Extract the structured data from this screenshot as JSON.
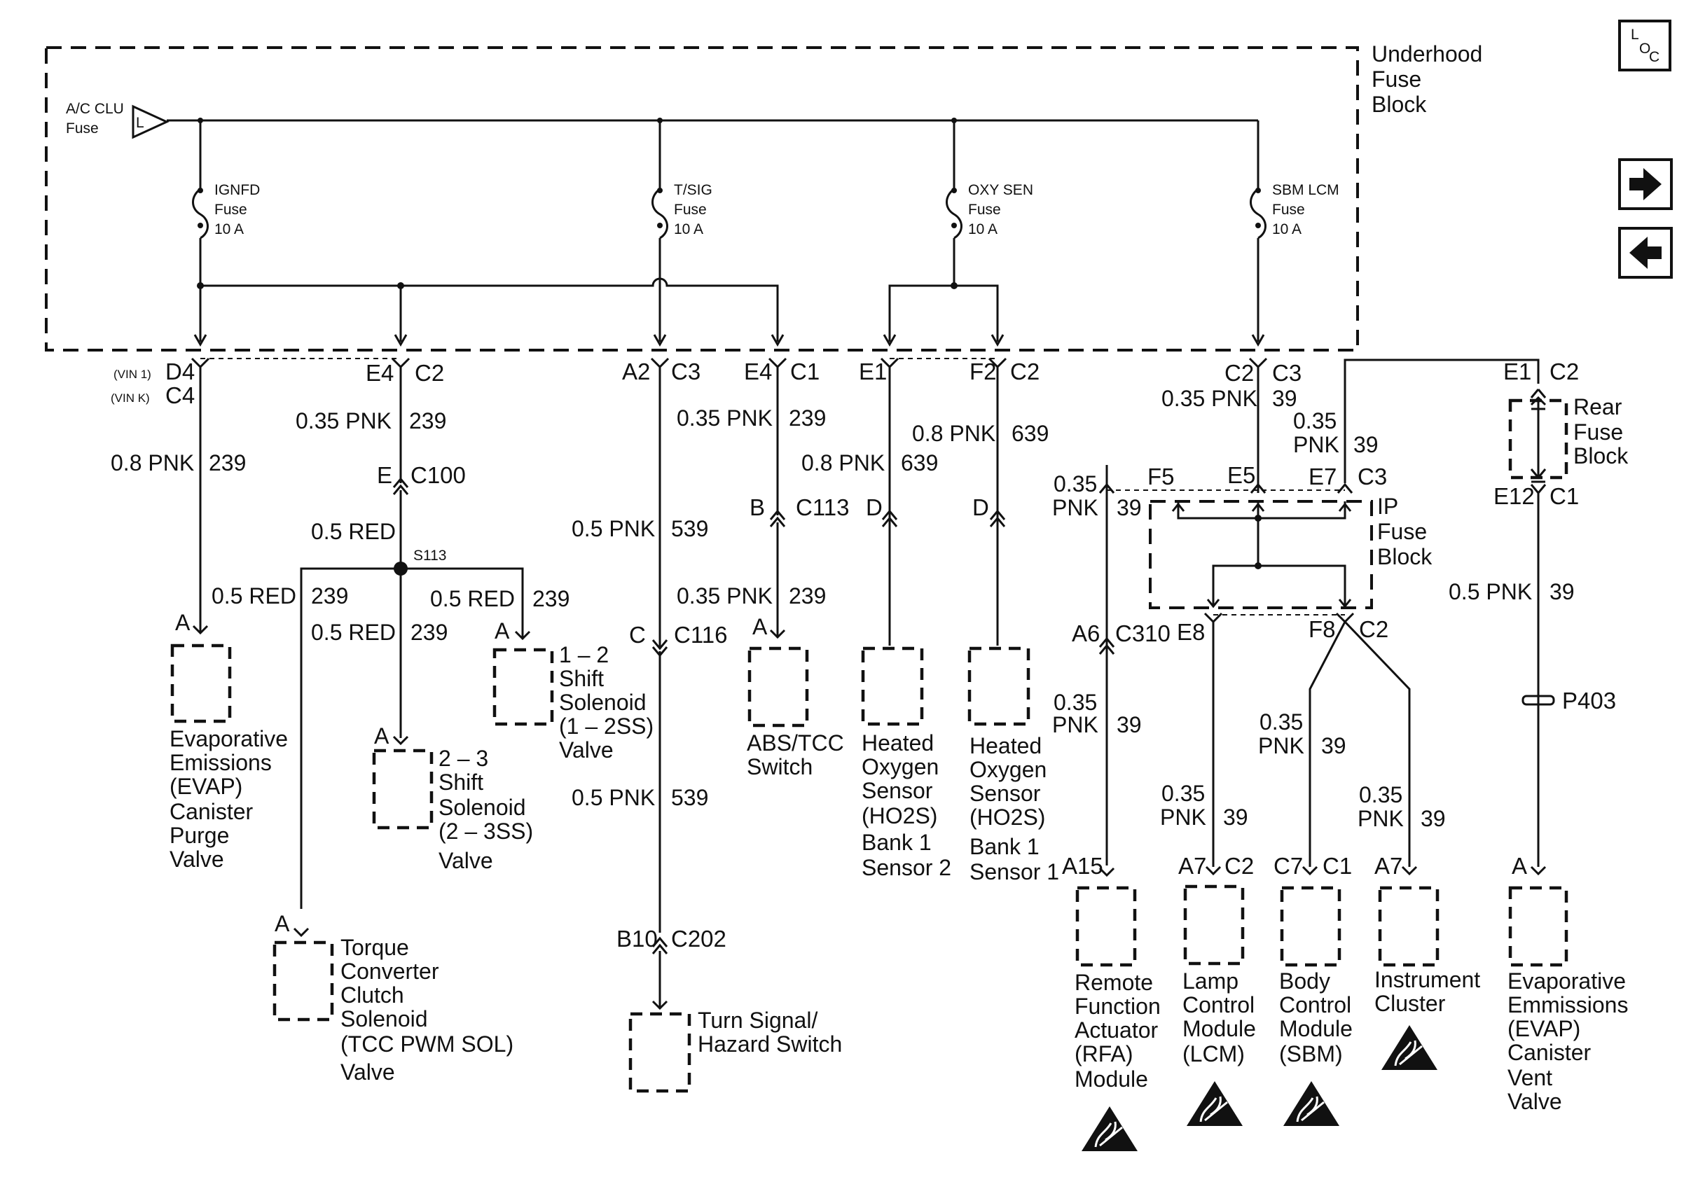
{
  "title_block": [
    "Underhood",
    "Fuse",
    "Block"
  ],
  "loc_icon": {
    "label_a": "L",
    "label_b": "O",
    "label_c": "C",
    "name": "locator-icon"
  },
  "nav": {
    "next": "arrow-right-icon",
    "prev": "arrow-left-icon"
  },
  "source_fuse": [
    "A/C CLU",
    "Fuse"
  ],
  "source_symbol": "L",
  "fuses": [
    {
      "name": "IGNFD",
      "label": "Fuse",
      "rating": "10 A"
    },
    {
      "name": "T/SIG",
      "label": "Fuse",
      "rating": "10 A"
    },
    {
      "name": "OXY SEN",
      "label": "Fuse",
      "rating": "10 A"
    },
    {
      "name": "SBM LCM",
      "label": "Fuse",
      "rating": "10 A"
    }
  ],
  "text": {
    "vin1": "(VIN 1)",
    "d4": "D4",
    "vink": "(VIN K)",
    "c4": "C4",
    "w_08pnk_239": "0.8 PNK",
    "c_239": "239",
    "e4": "E4",
    "c2": "C2",
    "w_035pnk": "0.35 PNK",
    "c239": "239",
    "e": "E",
    "c100": "C100",
    "w_05red": "0.5 RED",
    "s113": "S113",
    "a2": "A2",
    "c3": "C3",
    "w_05pnk": "0.5 PNK",
    "c539": "539",
    "c": "C",
    "c116": "C116",
    "c1": "C1",
    "b": "B",
    "c113": "C113",
    "e1": "E1",
    "w_08pnk": "0.8 PNK",
    "c639": "639",
    "d": "D",
    "f2": "F2",
    "c39": "39",
    "f5": "F5",
    "e5": "E5",
    "e7": "E7",
    "e8": "E8",
    "f8": "F8",
    "a6": "C310",
    "a6_pin": "A6",
    "w035": "0.35",
    "pnk": "PNK",
    "e12": "E12",
    "p403": "P403",
    "a": "A",
    "a15": "A15",
    "a7": "A7",
    "c7": "C7",
    "b10": "B10",
    "c202": "C202"
  },
  "ip_fuse_block": [
    "IP",
    "Fuse",
    "Block"
  ],
  "rear_fuse_block": [
    "Rear",
    "Fuse",
    "Block"
  ],
  "components": {
    "evap_purge": [
      "Evaporative",
      "Emissions",
      "(EVAP)",
      "Canister",
      "Purge",
      "Valve"
    ],
    "shift23": [
      "2 – 3",
      "Shift",
      "Solenoid",
      "(2 – 3SS)",
      "Valve"
    ],
    "shift12": [
      "1 – 2",
      "Shift",
      "Solenoid",
      "(1 – 2SS)",
      "Valve"
    ],
    "tcc": [
      "Torque",
      "Converter",
      "Clutch",
      "Solenoid",
      "(TCC PWM SOL)",
      "Valve"
    ],
    "turn": [
      "Turn Signal/",
      "Hazard Switch"
    ],
    "abs": [
      "ABS/TCC",
      "Switch"
    ],
    "ho2s2": [
      "Heated",
      "Oxygen",
      "Sensor",
      "(HO2S)",
      "Bank 1",
      "Sensor 2"
    ],
    "ho2s1": [
      "Heated",
      "Oxygen",
      "Sensor",
      "(HO2S)",
      "Bank 1",
      "Sensor 1"
    ],
    "rfa": [
      "Remote",
      "Function",
      "Actuator",
      "(RFA)",
      "Module"
    ],
    "lcm": [
      "Lamp",
      "Control",
      "Module",
      "(LCM)"
    ],
    "sbm": [
      "Body",
      "Control",
      "Module",
      "(SBM)"
    ],
    "ic": [
      "Instrument",
      "Cluster"
    ],
    "evap_vent": [
      "Evaporative",
      "Emmissions",
      "(EVAP)",
      "Canister",
      "Vent",
      "Valve"
    ]
  }
}
